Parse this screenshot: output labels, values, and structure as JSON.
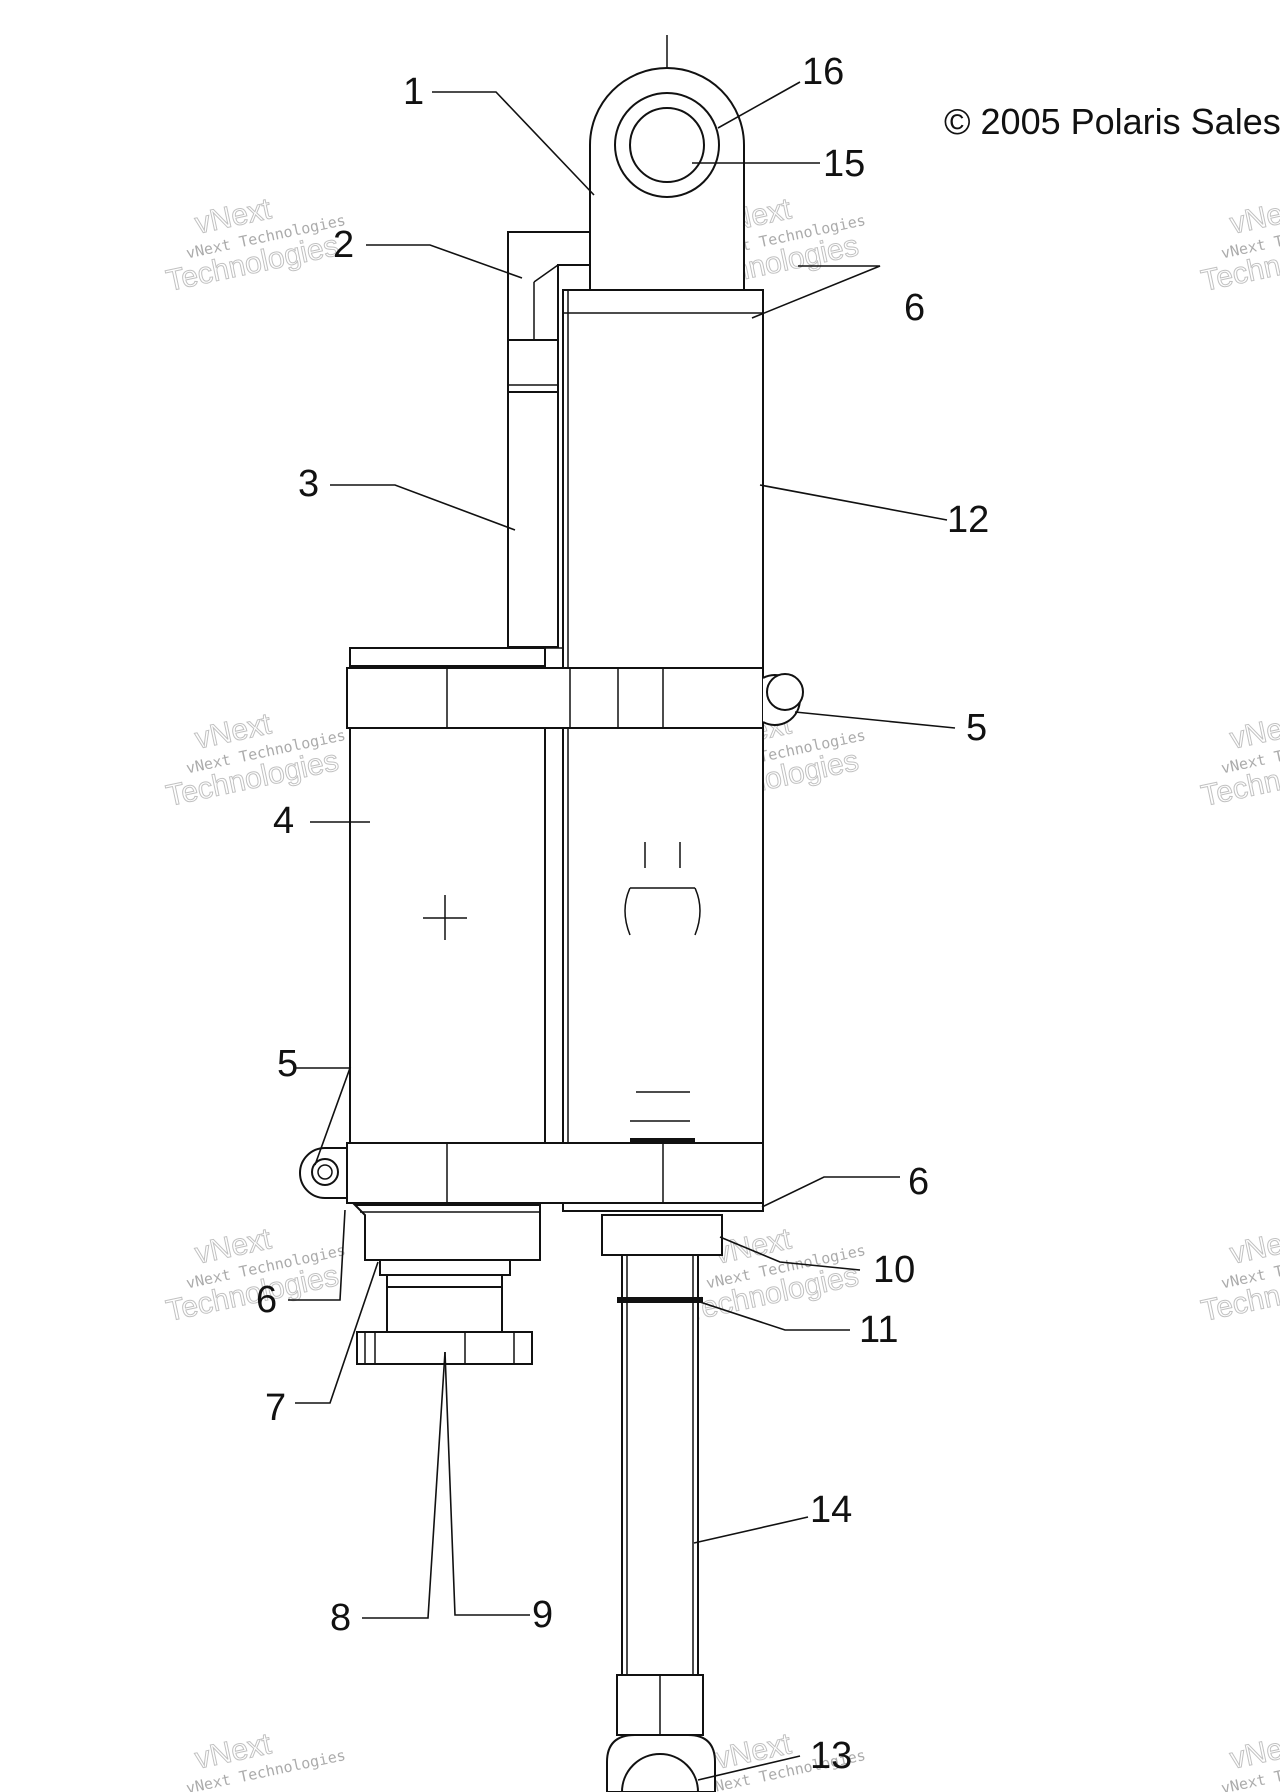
{
  "copyright": "© 2005 Polaris Sales",
  "watermark": {
    "line1": "vNext Technologies",
    "line2": "vNext",
    "line3": "Technologies"
  },
  "callouts": {
    "c1": "1",
    "c2": "2",
    "c3": "3",
    "c4": "4",
    "c5a": "5",
    "c5b": "5",
    "c6a": "6",
    "c6b": "6",
    "c6c": "6",
    "c7": "7",
    "c8": "8",
    "c9": "9",
    "c10": "10",
    "c11": "11",
    "c12": "12",
    "c13": "13",
    "c14": "14",
    "c15": "15",
    "c16": "16"
  }
}
